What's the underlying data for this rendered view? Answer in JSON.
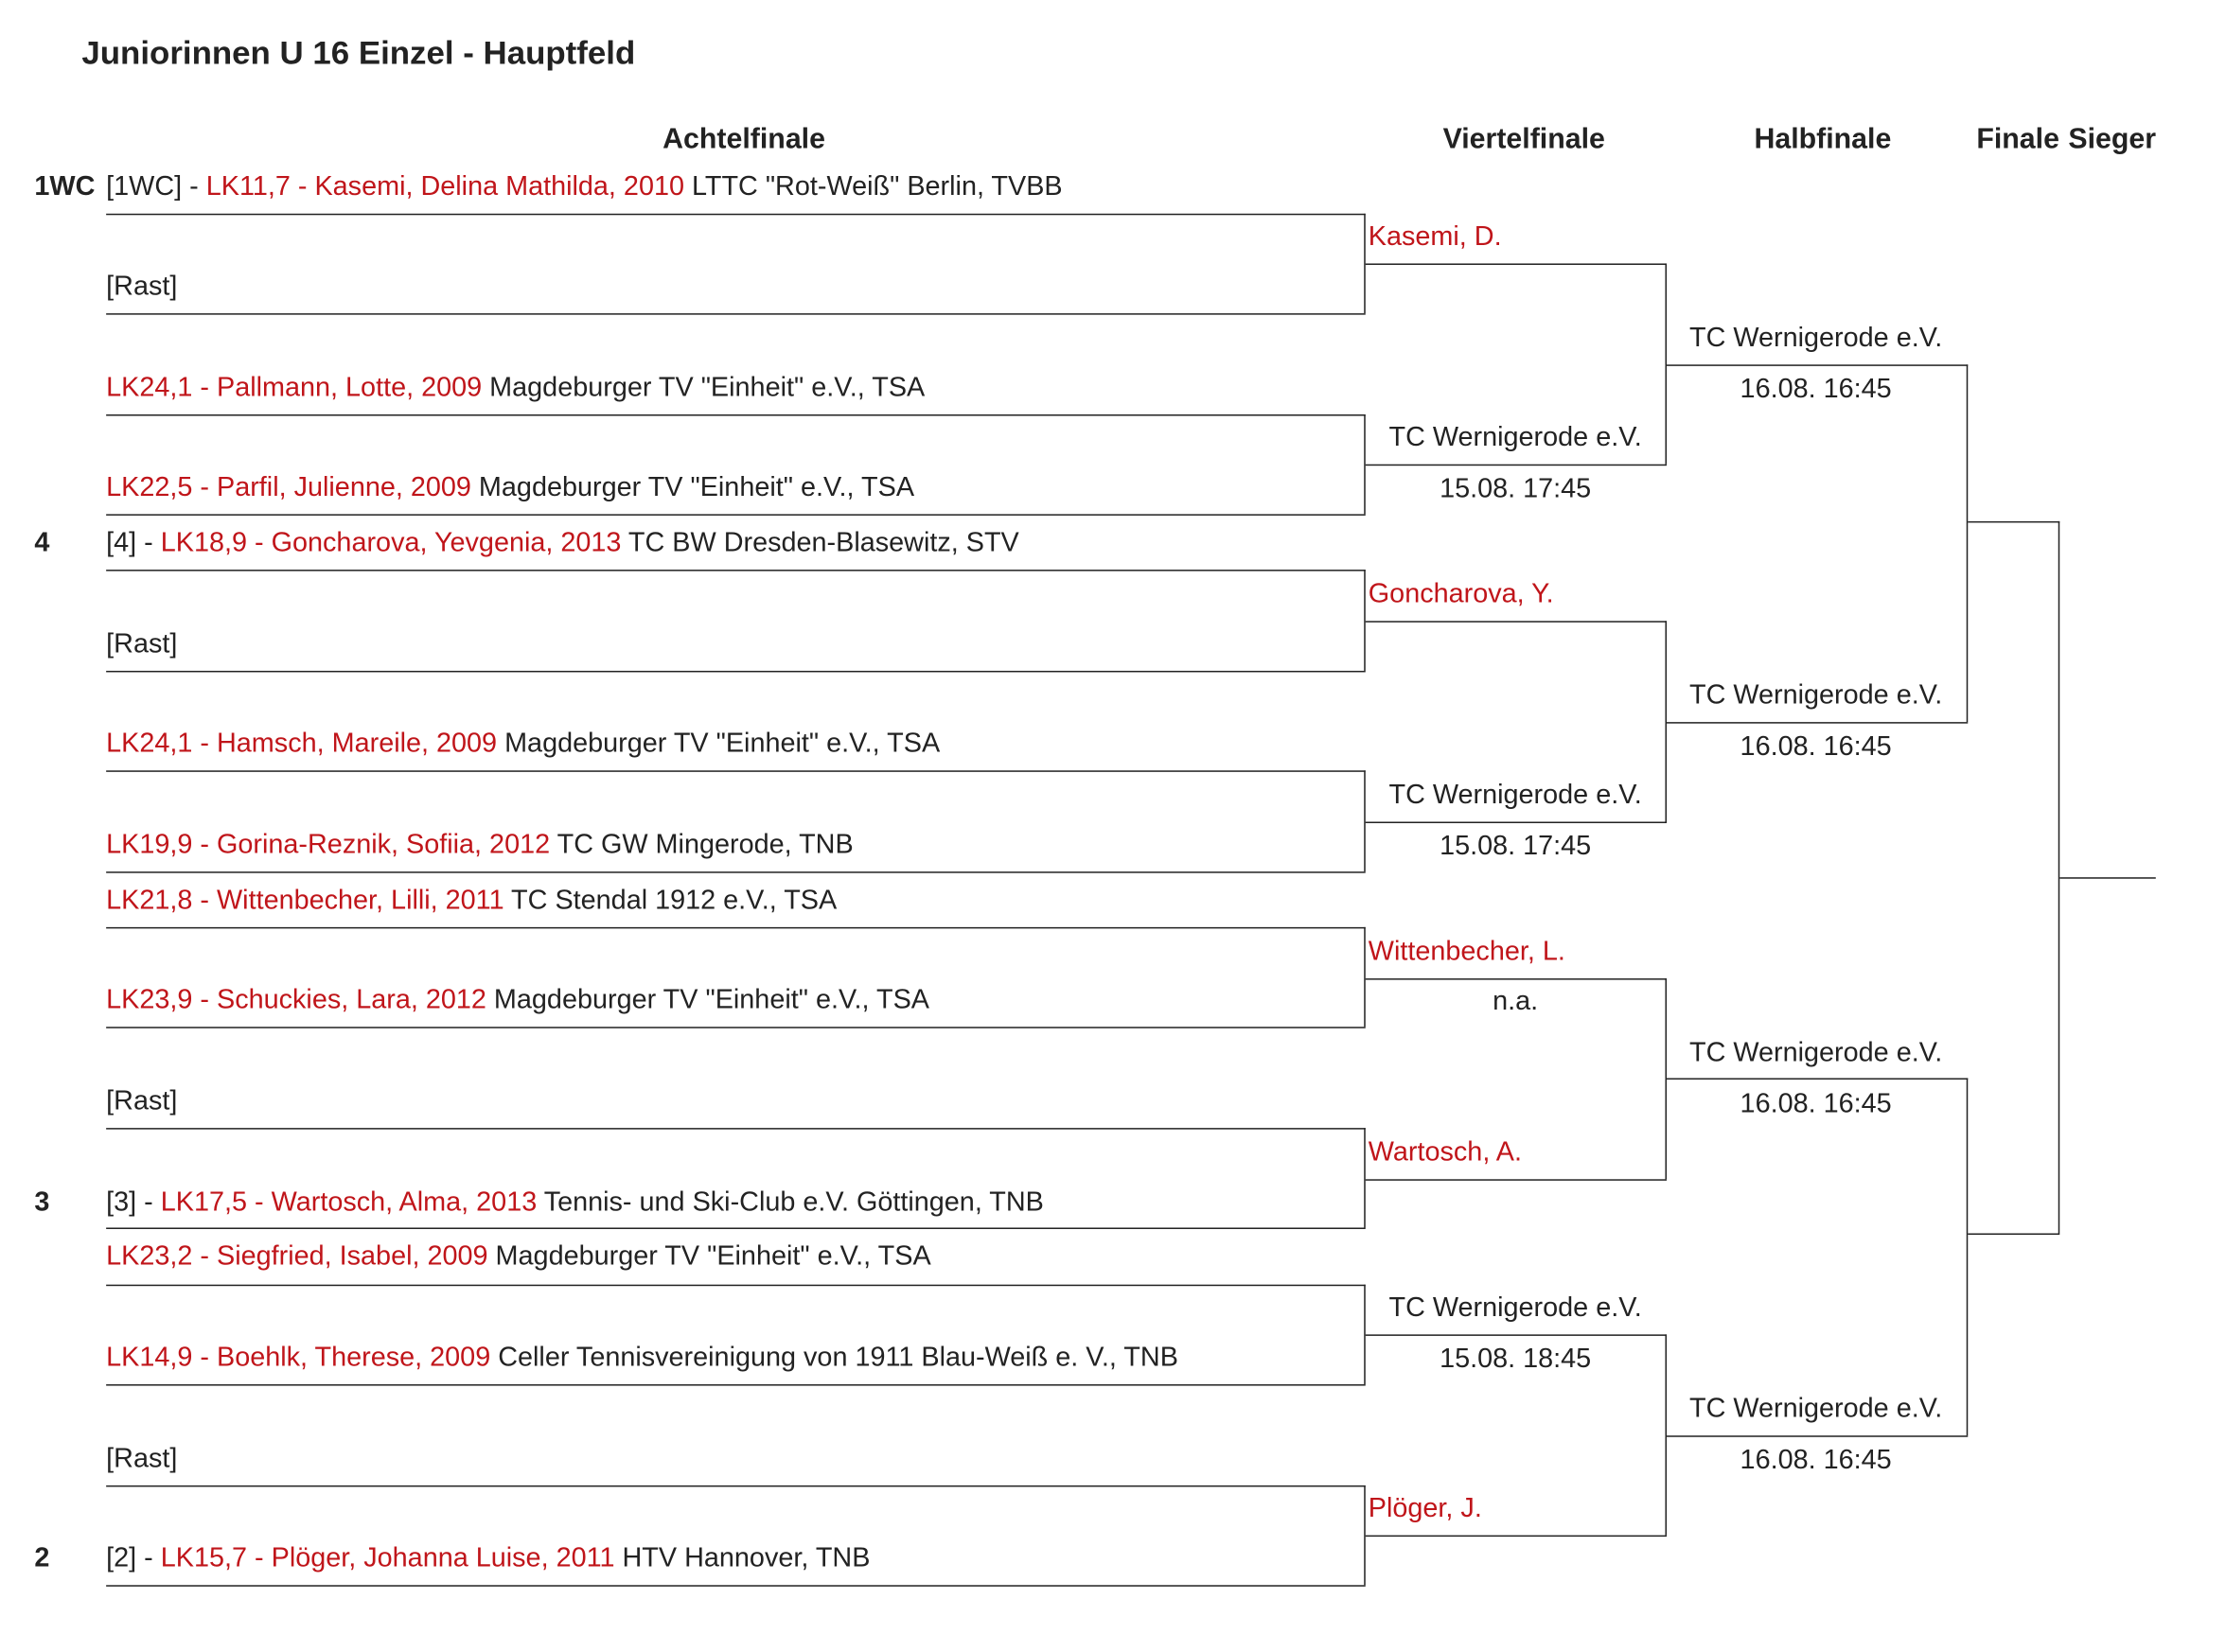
{
  "title": "Juniorinnen U 16 Einzel - Hauptfeld",
  "rounds": [
    "Achtelfinale",
    "Viertelfinale",
    "Halbfinale",
    "Finale",
    "Sieger"
  ],
  "entries": [
    {
      "seed": "1WC",
      "prefix": "[1WC] - ",
      "player": "LK11,7 - Kasemi, Delina Mathilda, 2010",
      "club": " LTTC \"Rot-Weiß\" Berlin, TVBB"
    },
    {
      "seed": "",
      "prefix": "[Rast]",
      "player": "",
      "club": ""
    },
    {
      "seed": "",
      "prefix": "",
      "player": "LK24,1 - Pallmann, Lotte, 2009",
      "club": " Magdeburger TV \"Einheit\" e.V., TSA"
    },
    {
      "seed": "",
      "prefix": "",
      "player": "LK22,5 - Parfil, Julienne, 2009",
      "club": " Magdeburger TV \"Einheit\" e.V., TSA"
    },
    {
      "seed": "4",
      "prefix": "[4] - ",
      "player": "LK18,9 - Goncharova, Yevgenia, 2013",
      "club": " TC BW Dresden-Blasewitz, STV"
    },
    {
      "seed": "",
      "prefix": "[Rast]",
      "player": "",
      "club": ""
    },
    {
      "seed": "",
      "prefix": "",
      "player": "LK24,1 - Hamsch, Mareile, 2009",
      "club": " Magdeburger TV \"Einheit\" e.V., TSA"
    },
    {
      "seed": "",
      "prefix": "",
      "player": "LK19,9 - Gorina-Reznik, Sofiia, 2012",
      "club": " TC GW Mingerode, TNB"
    },
    {
      "seed": "",
      "prefix": "",
      "player": "LK21,8 - Wittenbecher, Lilli, 2011",
      "club": " TC Stendal 1912 e.V., TSA"
    },
    {
      "seed": "",
      "prefix": "",
      "player": "LK23,9 - Schuckies, Lara, 2012",
      "club": " Magdeburger TV \"Einheit\" e.V., TSA"
    },
    {
      "seed": "",
      "prefix": "[Rast]",
      "player": "",
      "club": ""
    },
    {
      "seed": "3",
      "prefix": "[3] - ",
      "player": "LK17,5 - Wartosch, Alma, 2013",
      "club": " Tennis- und Ski-Club e.V. Göttingen, TNB"
    },
    {
      "seed": "",
      "prefix": "",
      "player": "LK23,2 - Siegfried, Isabel, 2009",
      "club": " Magdeburger TV \"Einheit\" e.V., TSA"
    },
    {
      "seed": "",
      "prefix": "",
      "player": "LK14,9 - Boehlk, Therese, 2009",
      "club": " Celler Tennisvereinigung von 1911 Blau-Weiß e. V., TNB"
    },
    {
      "seed": "",
      "prefix": "[Rast]",
      "player": "",
      "club": ""
    },
    {
      "seed": "2",
      "prefix": "[2] - ",
      "player": "LK15,7 - Plöger, Johanna Luise, 2011",
      "club": " HTV Hannover, TNB"
    }
  ],
  "quarterfinal": [
    {
      "winner": "Kasemi, D.",
      "venue": "",
      "time": ""
    },
    {
      "winner": "",
      "venue": "TC Wernigerode e.V.",
      "time": "15.08. 17:45"
    },
    {
      "winner": "Goncharova, Y.",
      "venue": "",
      "time": ""
    },
    {
      "winner": "",
      "venue": "TC Wernigerode e.V.",
      "time": "15.08. 17:45"
    },
    {
      "winner": "Wittenbecher, L.",
      "venue": "",
      "time": "n.a."
    },
    {
      "winner": "Wartosch, A.",
      "venue": "",
      "time": ""
    },
    {
      "winner": "",
      "venue": "TC Wernigerode e.V.",
      "time": "15.08. 18:45"
    },
    {
      "winner": "Plöger, J.",
      "venue": "",
      "time": ""
    }
  ],
  "semifinal": [
    {
      "venue": "TC Wernigerode e.V.",
      "time": "16.08. 16:45"
    },
    {
      "venue": "TC Wernigerode e.V.",
      "time": "16.08. 16:45"
    },
    {
      "venue": "TC Wernigerode e.V.",
      "time": "16.08. 16:45"
    },
    {
      "venue": "TC Wernigerode e.V.",
      "time": "16.08. 16:45"
    }
  ],
  "colors": {
    "player": "#c0151a",
    "text": "#222222",
    "lines": "#222222"
  }
}
